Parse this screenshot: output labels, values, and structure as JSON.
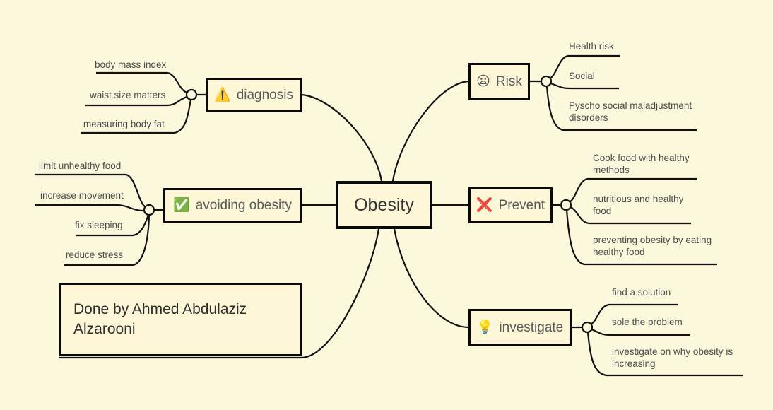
{
  "canvas": {
    "background": "#FCF8DC",
    "line_color": "#111111",
    "node_fill": "#FDF7D7",
    "node_border": "#0A0A0A",
    "label_color": "#4C4C4E",
    "node_text_color": "#58595B"
  },
  "center": {
    "label": "Obesity"
  },
  "credit": {
    "text": "Done by Ahmed Abdulaziz Alzarooni"
  },
  "branches": {
    "diagnosis": {
      "emoji": "⚠️",
      "emoji_name": "warning-triangle-icon",
      "label": "diagnosis",
      "children": [
        {
          "label": "body mass index"
        },
        {
          "label": "waist size matters"
        },
        {
          "label": "measuring body fat"
        }
      ]
    },
    "avoiding": {
      "emoji": "✅",
      "emoji_name": "white-check-mark-icon",
      "label": "avoiding obesity",
      "children": [
        {
          "label": "limit unhealthy food"
        },
        {
          "label": "increase movement"
        },
        {
          "label": "fix sleeping"
        },
        {
          "label": "reduce stress"
        }
      ]
    },
    "risk": {
      "emoji": "😦",
      "emoji_name": "frowning-face-icon",
      "label": "Risk",
      "children": [
        {
          "label": "Health risk"
        },
        {
          "label": "Social"
        },
        {
          "label": "Pyscho social maladjustment\ndisorders"
        }
      ]
    },
    "prevent": {
      "emoji": "❌",
      "emoji_name": "cross-mark-icon",
      "label": "Prevent",
      "children": [
        {
          "label": "Cook food with healthy\nmethods"
        },
        {
          "label": "nutritious and healthy\nfood"
        },
        {
          "label": "preventing obesity by eating\nhealthy food"
        }
      ]
    },
    "investigate": {
      "emoji": "💡",
      "emoji_name": "light-bulb-icon",
      "label": "investigate",
      "children": [
        {
          "label": "find a solution"
        },
        {
          "label": "sole the problem"
        },
        {
          "label": "investigate on why obesity is\nincreasing"
        }
      ]
    }
  }
}
